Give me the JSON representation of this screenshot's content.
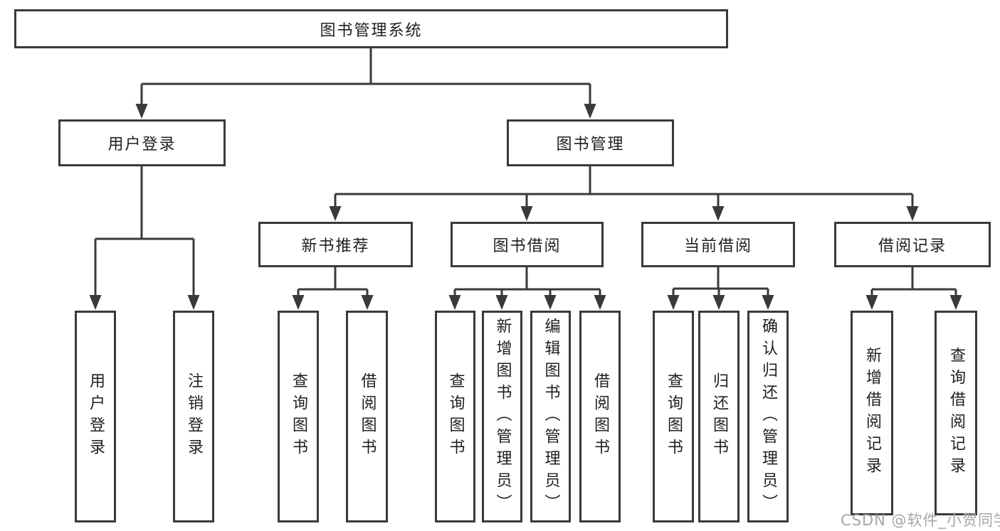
{
  "diagram": {
    "root": {
      "label": "图书管理系统"
    },
    "level2": {
      "user_login": {
        "label": "用户登录"
      },
      "book_mgmt": {
        "label": "图书管理"
      }
    },
    "level3": {
      "new_book": {
        "label": "新书推荐"
      },
      "book_borrow": {
        "label": "图书借阅"
      },
      "current_borrow": {
        "label": "当前借阅"
      },
      "borrow_records": {
        "label": "借阅记录"
      }
    },
    "leaves": {
      "user_login": [
        "用户登录",
        "注销登录"
      ],
      "new_book": [
        "查询图书",
        "借阅图书"
      ],
      "book_borrow": [
        "查询图书",
        "新增图书（管理员）",
        "编辑图书（管理员）",
        "借阅图书"
      ],
      "current_borrow": [
        "查询图书",
        "归还图书",
        "确认归还（管理员）"
      ],
      "borrow_records": [
        "新增借阅记录",
        "查询借阅记录"
      ]
    }
  },
  "watermark": {
    "text": "CSDN @软件_小贺同学"
  },
  "colors": {
    "line": "#3a3a3a",
    "text": "#1f1f1f",
    "watermark": "#a6a6a6",
    "background": "#ffffff"
  }
}
